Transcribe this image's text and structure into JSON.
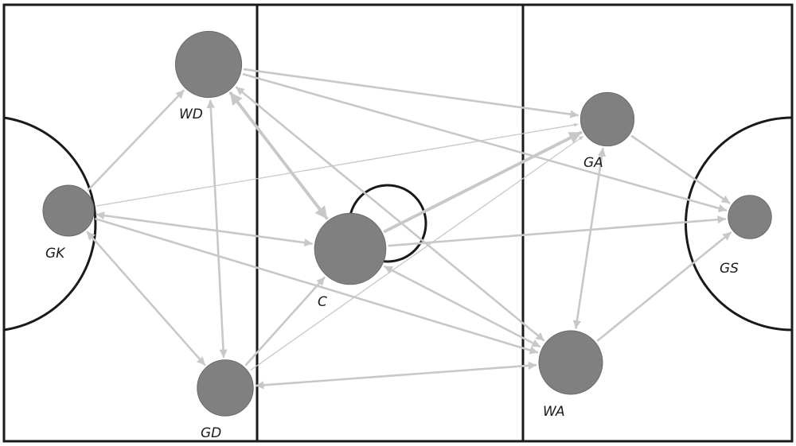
{
  "players": [
    {
      "id": "GK",
      "label": "GK",
      "size": 1.0
    },
    {
      "id": "WD",
      "label": "WD",
      "size": 1.3
    },
    {
      "id": "GD",
      "label": "GD",
      "size": 1.1
    },
    {
      "id": "C",
      "label": "C",
      "size": 1.4
    },
    {
      "id": "GA",
      "label": "GA",
      "size": 1.05
    },
    {
      "id": "WA",
      "label": "WA",
      "size": 1.25
    },
    {
      "id": "GS",
      "label": "GS",
      "size": 0.85
    }
  ],
  "passes": [
    {
      "from": "GK",
      "to": "WD",
      "weight": 2
    },
    {
      "from": "GK",
      "to": "GA",
      "weight": 1
    },
    {
      "from": "GK",
      "to": "C",
      "weight": 2,
      "bidirectional": true
    },
    {
      "from": "GK",
      "to": "GD",
      "weight": 2,
      "bidirectional": true
    },
    {
      "from": "GK",
      "to": "WA",
      "weight": 2
    },
    {
      "from": "WD",
      "to": "GA",
      "weight": 2
    },
    {
      "from": "WD",
      "to": "GS",
      "weight": 2
    },
    {
      "from": "WD",
      "to": "C",
      "weight": 3,
      "bidirectional": true
    },
    {
      "from": "WD",
      "to": "GD",
      "weight": 2,
      "bidirectional": true
    },
    {
      "from": "WD",
      "to": "WA",
      "weight": 2,
      "bidirectional": true
    },
    {
      "from": "GD",
      "to": "C",
      "weight": 2
    },
    {
      "from": "GD",
      "to": "GA",
      "weight": 1
    },
    {
      "from": "GD",
      "to": "WA",
      "weight": 2,
      "bidirectional": true
    },
    {
      "from": "C",
      "to": "GA",
      "weight": 3
    },
    {
      "from": "C",
      "to": "GS",
      "weight": 2
    },
    {
      "from": "C",
      "to": "WA",
      "weight": 2,
      "bidirectional": true
    },
    {
      "from": "GA",
      "to": "GS",
      "weight": 2
    },
    {
      "from": "WA",
      "to": "GA",
      "weight": 2,
      "bidirectional": true
    },
    {
      "from": "WA",
      "to": "GS",
      "weight": 2
    }
  ]
}
